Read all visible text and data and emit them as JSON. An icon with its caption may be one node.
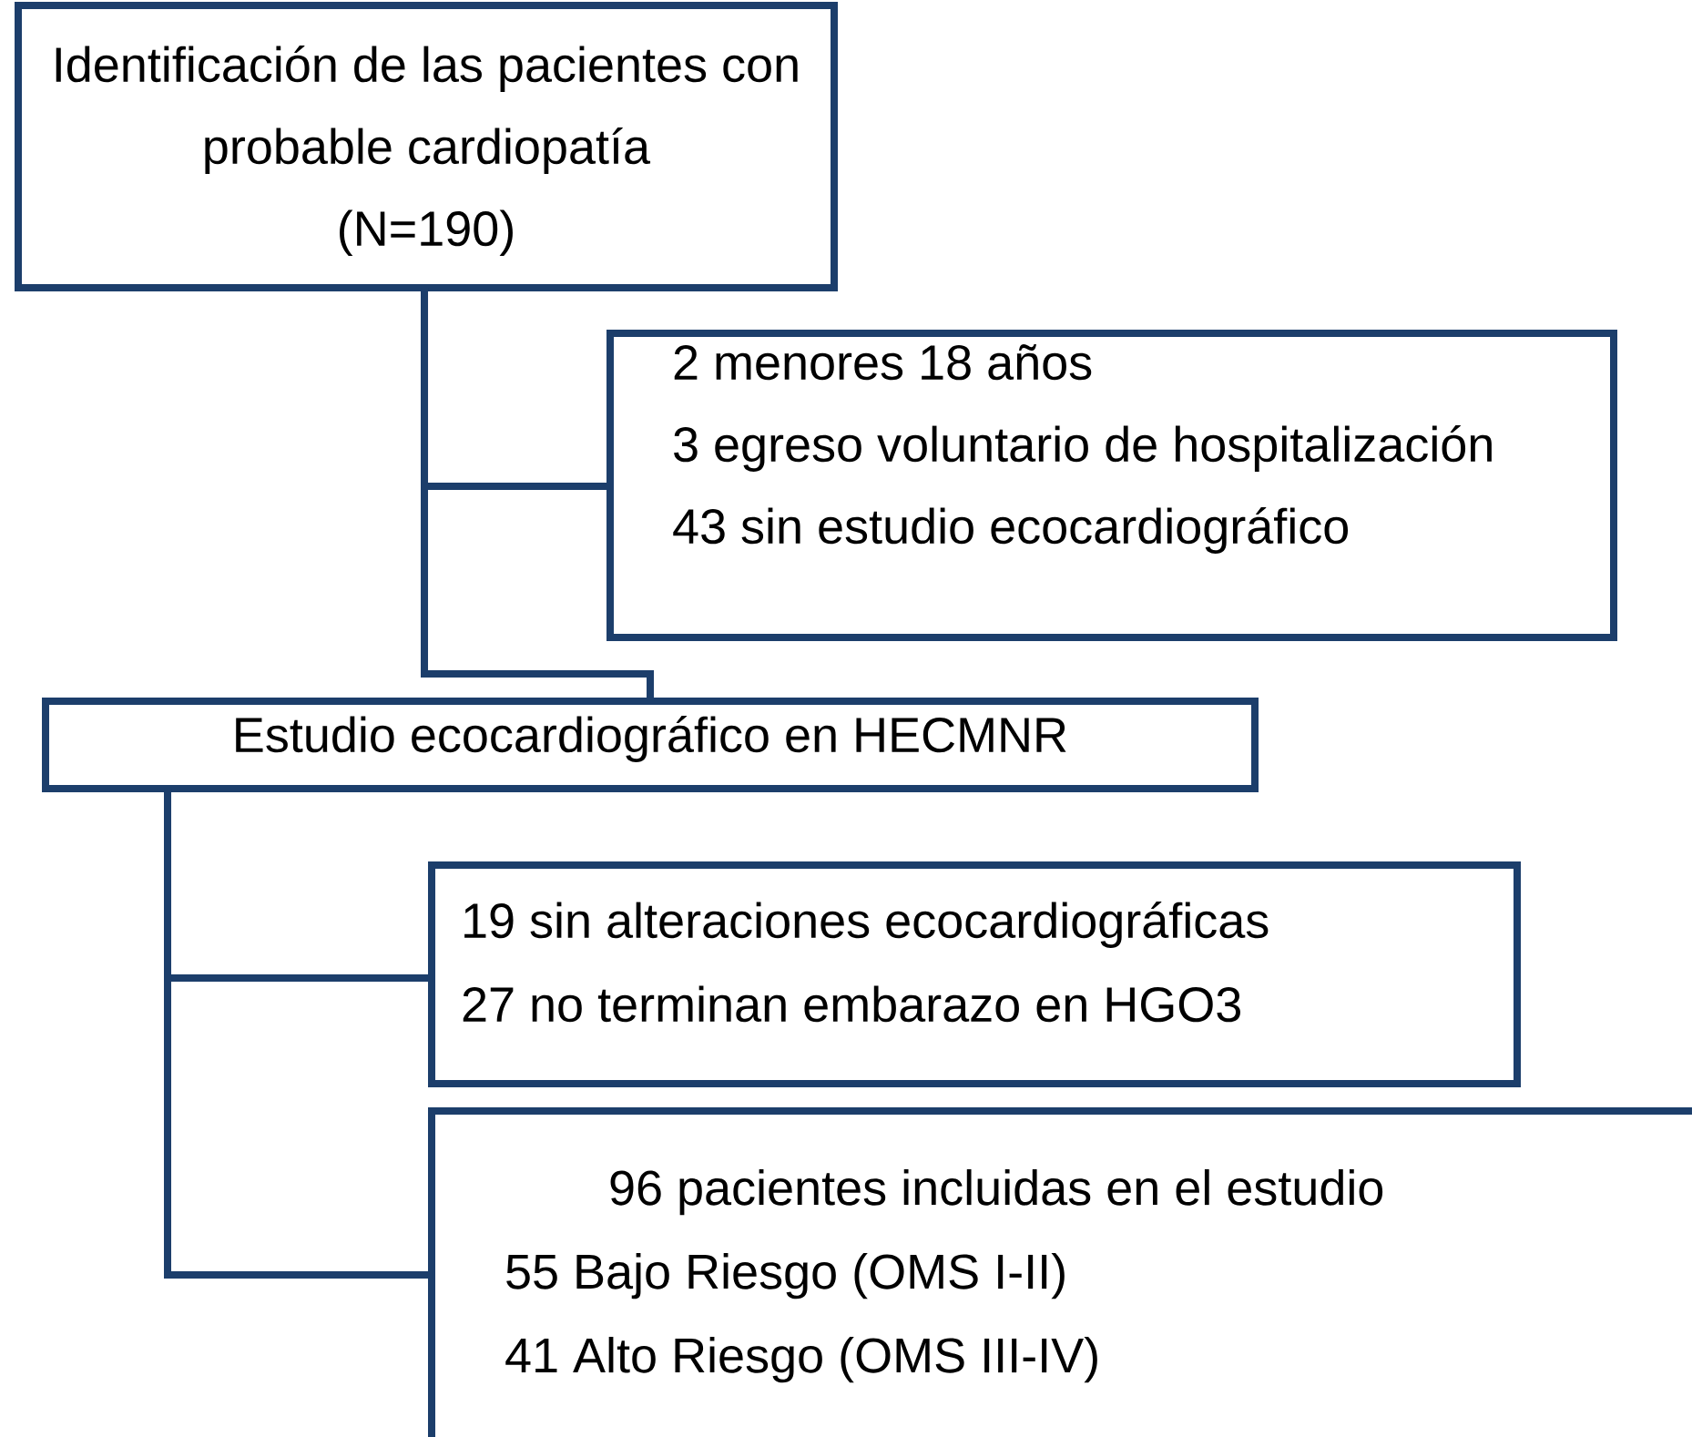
{
  "diagram": {
    "nodes": [
      {
        "text": [
          "Identificación de las pacientes con probable cardiopatía",
          "(N=190)"
        ]
      },
      {
        "text": [
          "2 menores 18 años",
          "3 egreso voluntario de hospitalización",
          "43 sin estudio ecocardiográfico"
        ]
      },
      {
        "text": [
          "Estudio ecocardiográfico en HECMNR"
        ]
      },
      {
        "text": [
          "19 sin alteraciones ecocardiográficas",
          "27 no terminan embarazo en HGO3"
        ]
      },
      {
        "text": [
          "96 pacientes incluidas en el estudio",
          "55 Bajo Riesgo (OMS I-II)",
          "41 Alto Riesgo (OMS III-IV)"
        ]
      }
    ],
    "edges": [
      {
        "from": 0,
        "to": 1,
        "arrow": "none"
      },
      {
        "from": 0,
        "to": 2,
        "arrow": "none"
      },
      {
        "from": 2,
        "to": 3,
        "arrow": "none"
      },
      {
        "from": 2,
        "to": 4,
        "arrow": "none"
      }
    ]
  }
}
